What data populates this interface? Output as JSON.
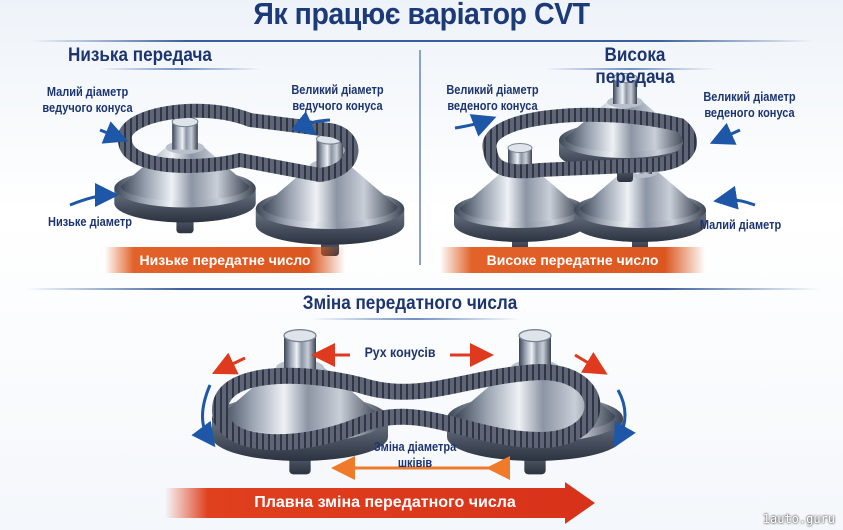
{
  "title": "Як працює варіатор CVT",
  "low": {
    "heading": "Низька передача",
    "label_small_drive": [
      "Малий діаметр",
      "ведучого конуса"
    ],
    "label_large_drive": [
      "Великий діаметр",
      "ведучого конуса"
    ],
    "label_low_diameter": "Низьке діаметр",
    "banner": "Низьке передатне число"
  },
  "high": {
    "heading": "Висока передача",
    "label_large_driven_left": [
      "Великий діаметр",
      "веденого конуса"
    ],
    "label_large_driven_right": [
      "Великий діаметр",
      "веденого конуса"
    ],
    "label_small": "Малий діаметр",
    "banner": "Високе передатне число"
  },
  "change": {
    "heading": "Зміна передатного числа",
    "label_cone_move": "Рух конусів",
    "label_diameter_change": [
      "Зміна діаметра",
      "шківів"
    ],
    "banner": "Плавна зміна передатного числа"
  },
  "watermark": "1auto.guru",
  "colors": {
    "navy": "#1c3470",
    "orange": "#dc5720",
    "red": "#e03a1e",
    "blue": "#1f57a8"
  }
}
